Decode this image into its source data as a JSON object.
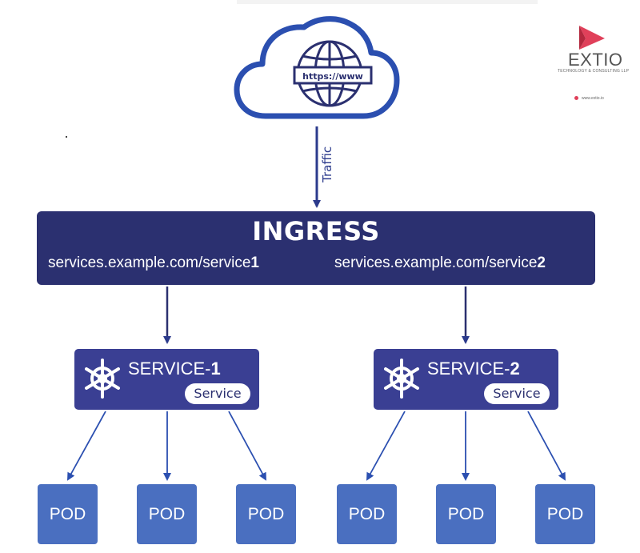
{
  "cloud": {
    "url_label": "https://www"
  },
  "traffic_label": "Traffic",
  "ingress": {
    "title": "INGRESS",
    "url1_prefix": "services.example.com/service",
    "url1_num": "1",
    "url2_prefix": "services.example.com/service",
    "url2_num": "2"
  },
  "services": [
    {
      "name_prefix": "SERVICE-",
      "name_num": "1",
      "badge": "Service"
    },
    {
      "name_prefix": "SERVICE-",
      "name_num": "2",
      "badge": "Service"
    }
  ],
  "pods": [
    "POD",
    "POD",
    "POD",
    "POD",
    "POD",
    "POD"
  ],
  "logo": {
    "name": "EXTIO",
    "subtitle": "TECHNOLOGY & CONSULTING LLP",
    "website": "www.extio.io"
  },
  "colors": {
    "ingress": "#2b3070",
    "service": "#3a3f93",
    "pod": "#4a6fc0",
    "arrow": "#2b3a8c",
    "logo_accent": "#e0405a"
  }
}
